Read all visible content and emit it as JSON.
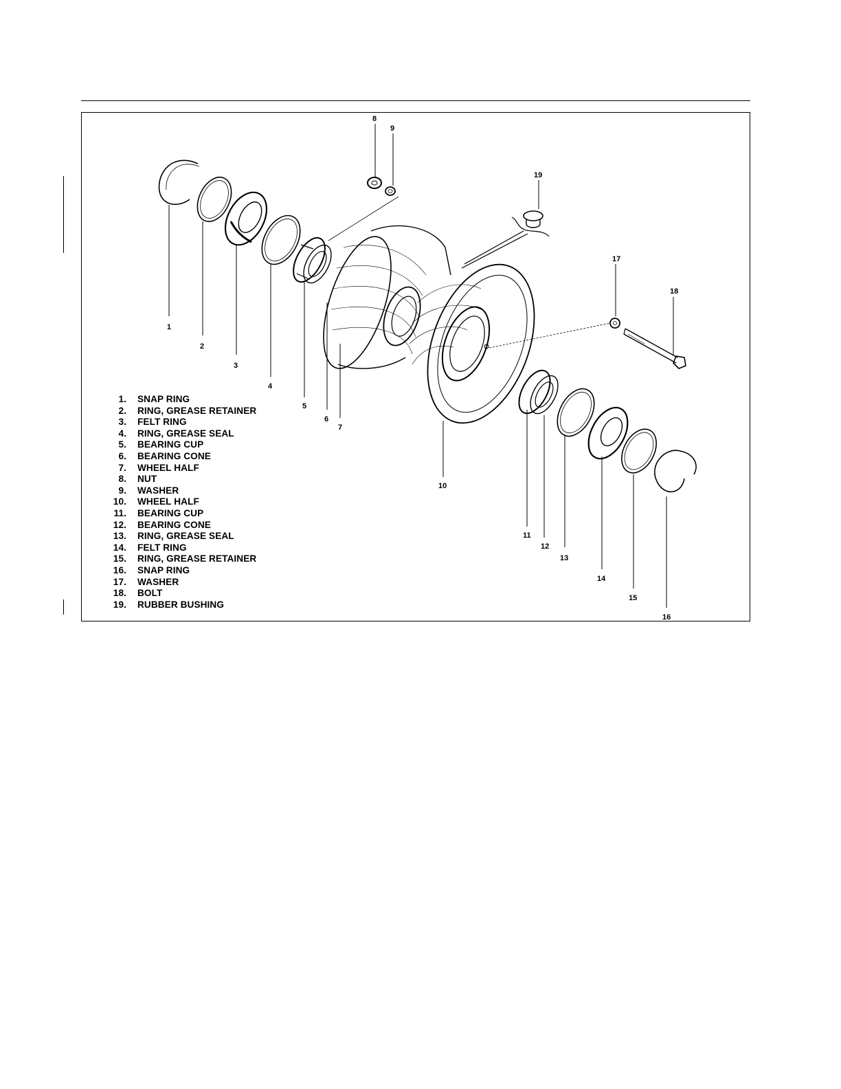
{
  "figure": {
    "callouts": [
      "1",
      "2",
      "3",
      "4",
      "5",
      "6",
      "7",
      "8",
      "9",
      "10",
      "11",
      "12",
      "13",
      "14",
      "15",
      "16",
      "17",
      "18",
      "19"
    ],
    "legend": [
      {
        "num": "1.",
        "label": "SNAP RING"
      },
      {
        "num": "2.",
        "label": "RING, GREASE RETAINER"
      },
      {
        "num": "3.",
        "label": "FELT RING"
      },
      {
        "num": "4.",
        "label": "RING, GREASE SEAL"
      },
      {
        "num": "5.",
        "label": "BEARING CUP"
      },
      {
        "num": "6.",
        "label": "BEARING CONE"
      },
      {
        "num": "7.",
        "label": "WHEEL HALF"
      },
      {
        "num": "8.",
        "label": "NUT"
      },
      {
        "num": "9.",
        "label": "WASHER"
      },
      {
        "num": "10.",
        "label": "WHEEL HALF"
      },
      {
        "num": "11.",
        "label": "BEARING CUP"
      },
      {
        "num": "12.",
        "label": "BEARING CONE"
      },
      {
        "num": "13.",
        "label": "RING, GREASE SEAL"
      },
      {
        "num": "14.",
        "label": "FELT RING"
      },
      {
        "num": "15.",
        "label": "RING, GREASE RETAINER"
      },
      {
        "num": "16.",
        "label": "SNAP RING"
      },
      {
        "num": "17.",
        "label": "WASHER"
      },
      {
        "num": "18.",
        "label": "BOLT"
      },
      {
        "num": "19.",
        "label": "RUBBER BUSHING"
      }
    ]
  }
}
